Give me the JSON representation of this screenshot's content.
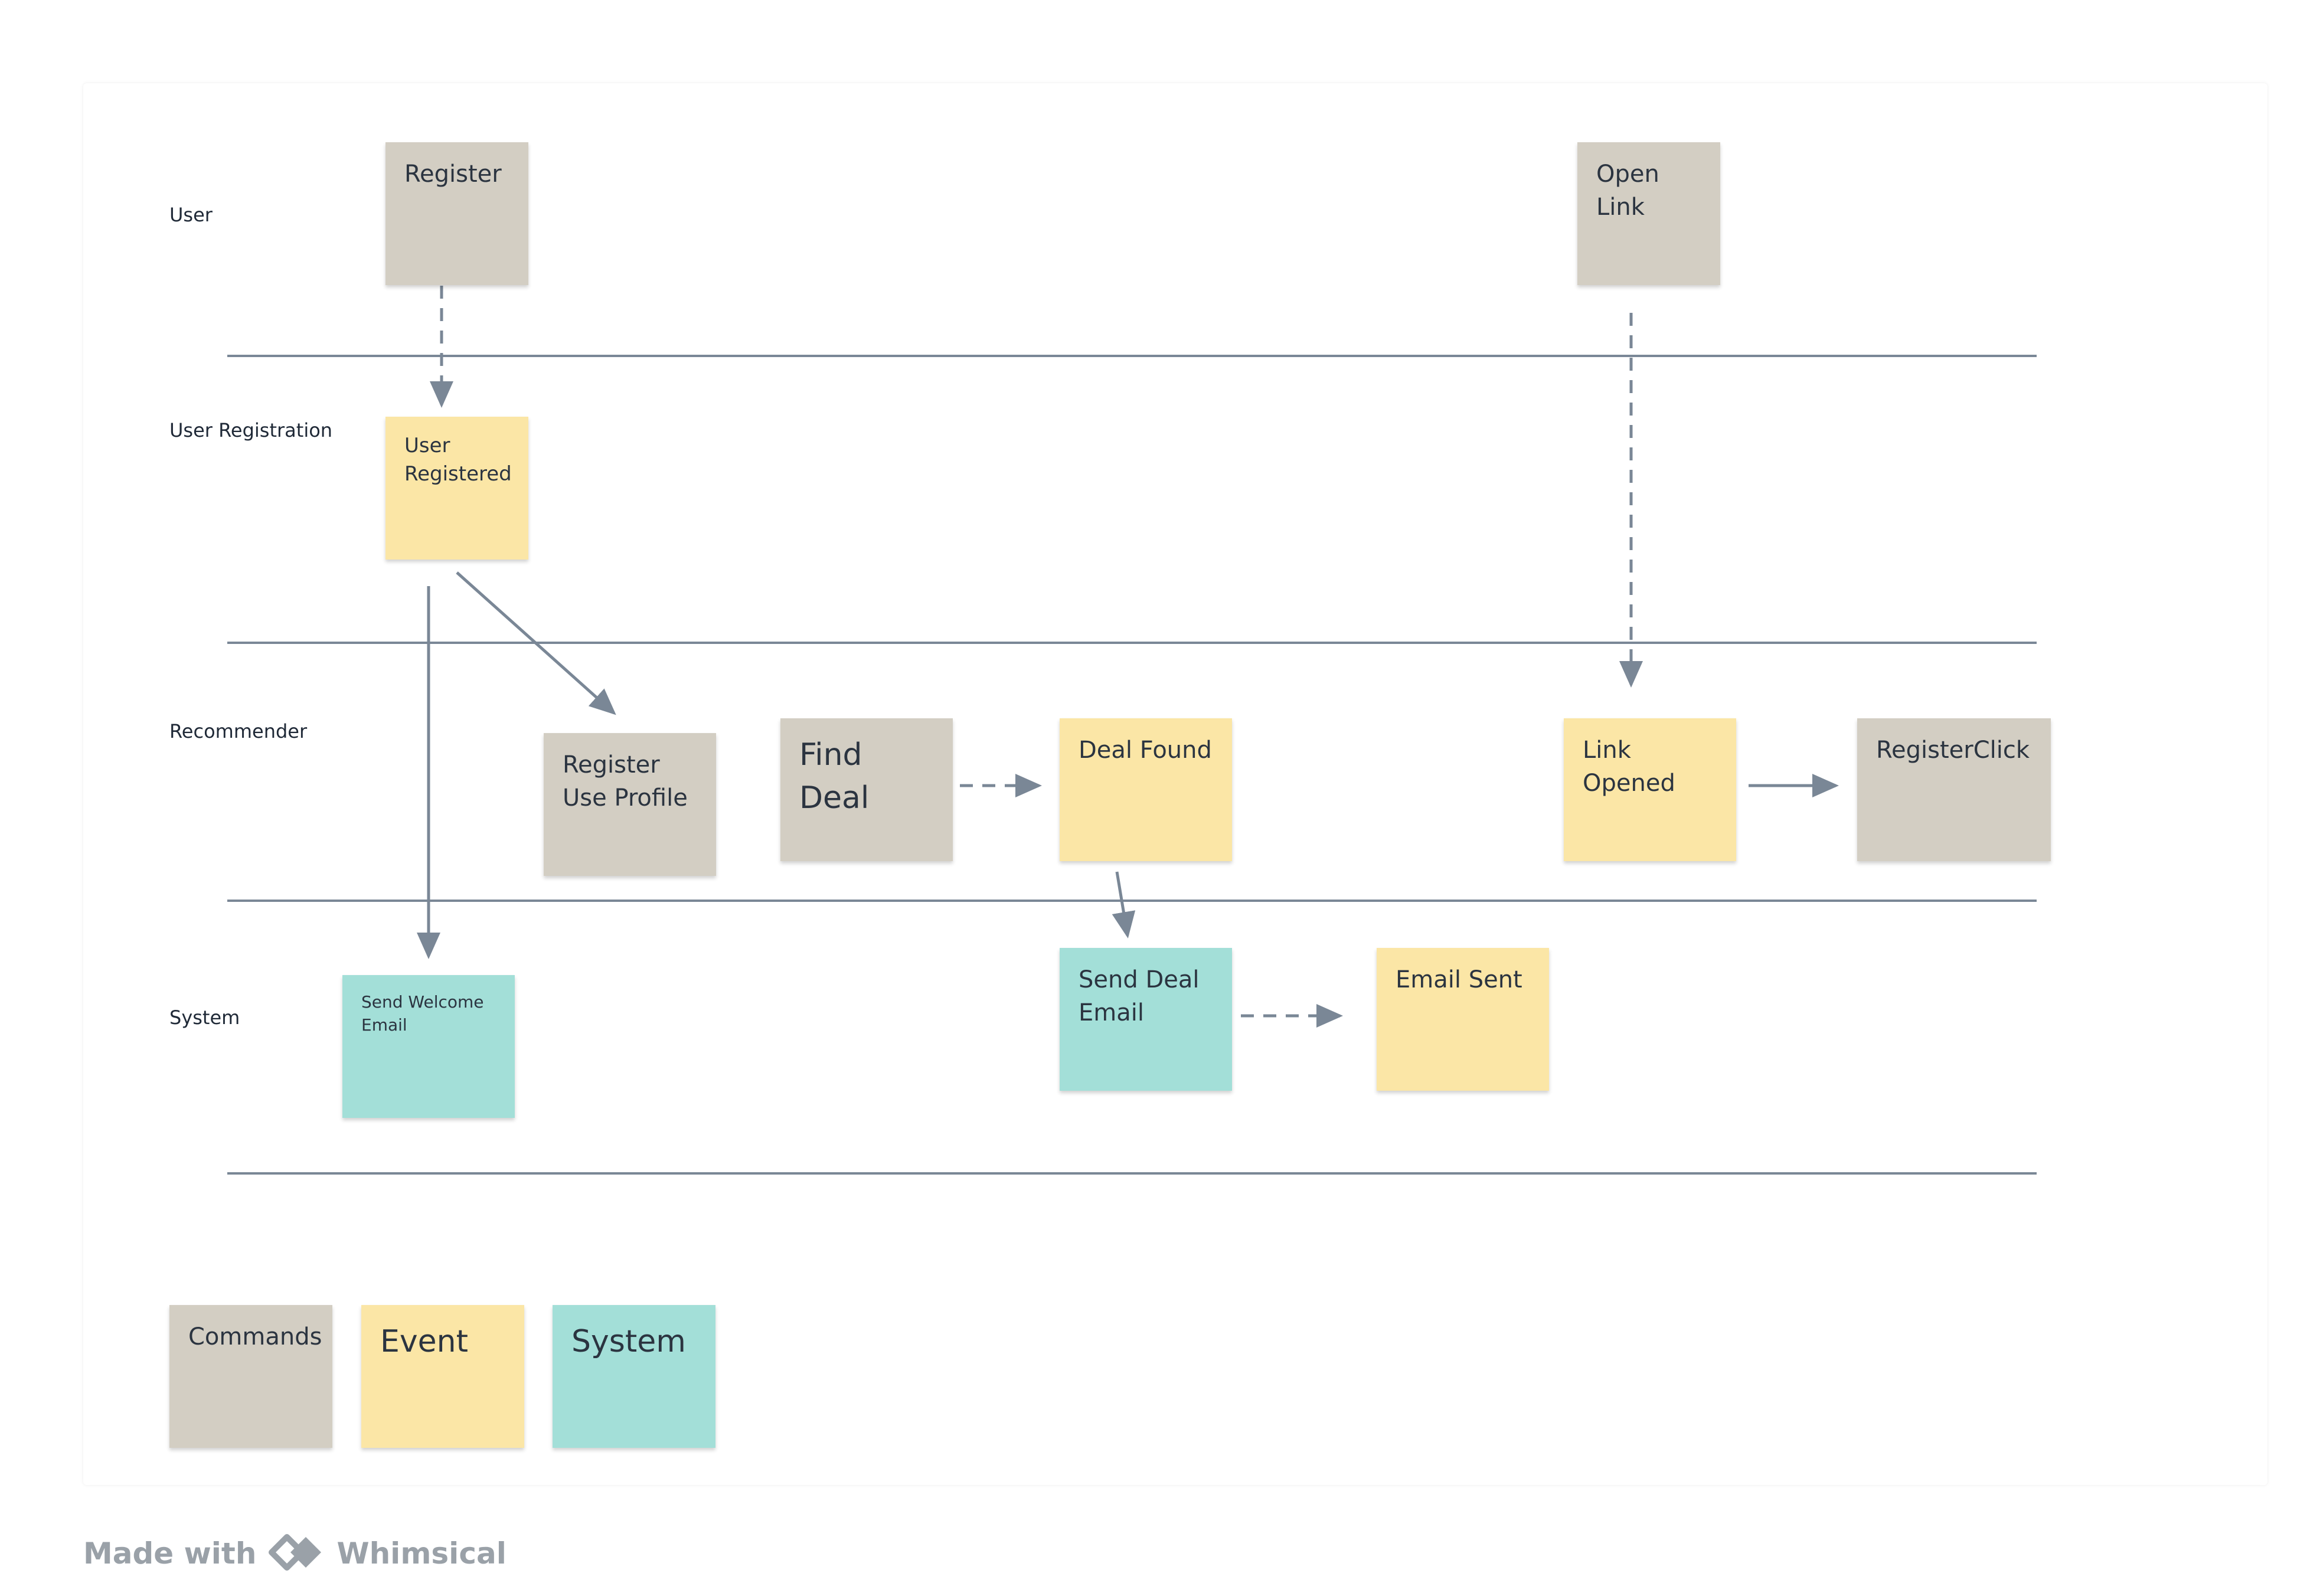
{
  "lanes": [
    "User",
    "User Registration",
    "Recommender",
    "System"
  ],
  "notes": {
    "register": "Register",
    "open_link": "Open\nLink",
    "user_registered": "User\nRegistered",
    "register_use_profile": "Register\nUse Profile",
    "find_deal": "Find Deal",
    "deal_found": "Deal Found",
    "link_opened": "Link\nOpened",
    "register_click": "RegisterClick",
    "send_welcome_email": "Send Welcome\nEmail",
    "send_deal_email": "Send Deal\nEmail",
    "email_sent": "Email Sent"
  },
  "legend": {
    "commands": "Commands",
    "event": "Event",
    "system": "System"
  },
  "footer": {
    "made_with": "Made with",
    "brand": "Whimsical"
  },
  "colors": {
    "command": "#d3cec3",
    "event": "#fbe6a6",
    "system": "#a3dfd8",
    "line": "#7a8796",
    "text": "#2b3440"
  }
}
